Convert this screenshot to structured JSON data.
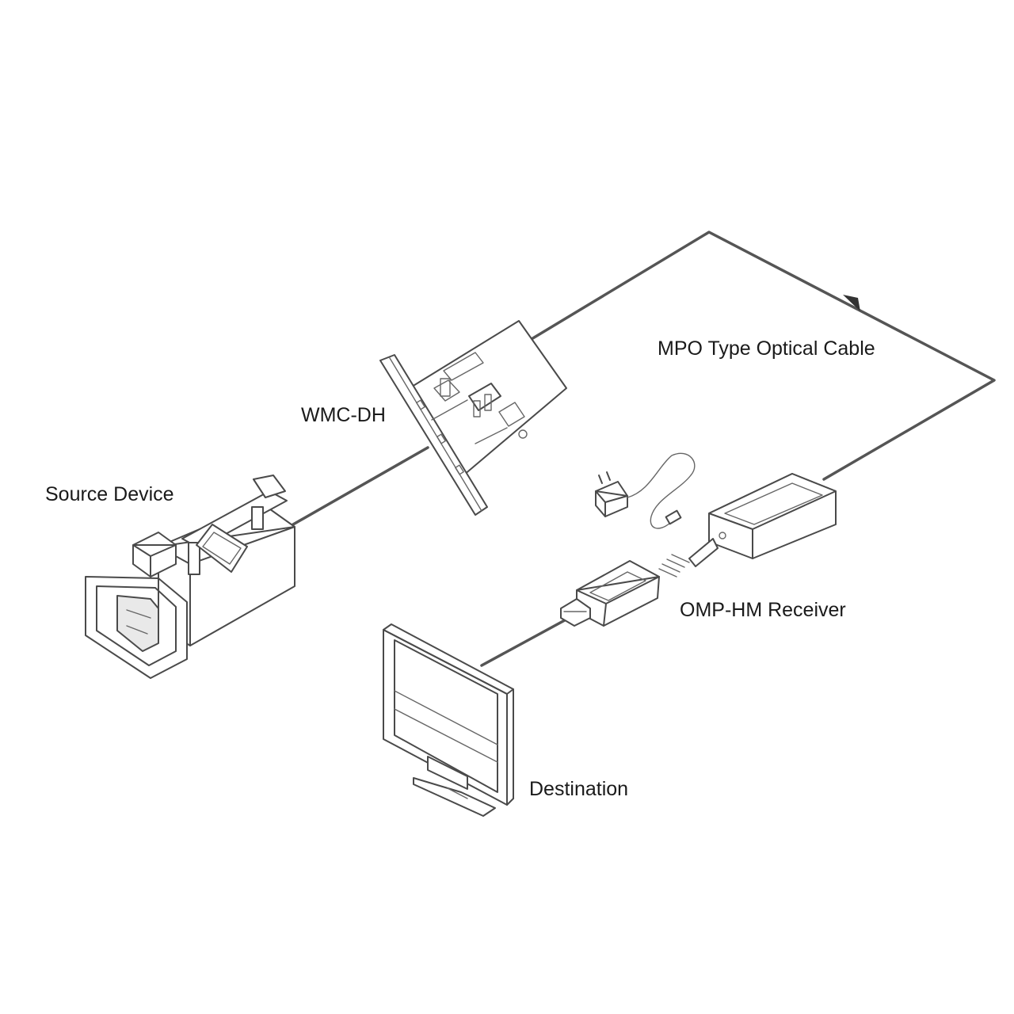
{
  "labels": {
    "source": "Source Device",
    "wmc": "WMC-DH",
    "mpo": "MPO Type Optical Cable",
    "omp": "OMP-HM Receiver",
    "destination": "Destination"
  },
  "icons": [
    "camcorder-icon",
    "interface-card-icon",
    "power-adapter-icon",
    "receiver-module-icon",
    "monitor-icon"
  ],
  "colors": {
    "line": "#4a4a4a",
    "background": "#ffffff"
  }
}
